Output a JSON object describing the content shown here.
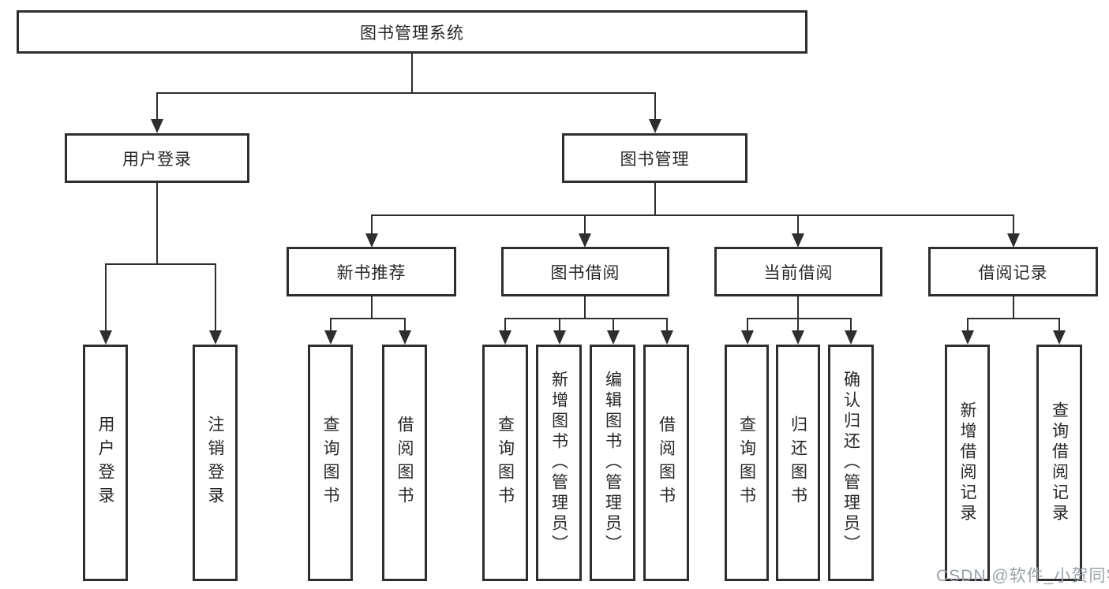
{
  "diagram": {
    "title": "图书管理系统",
    "root_label": "图书管理系统",
    "level1": {
      "user_login": "用户登录",
      "book_management": "图书管理"
    },
    "level2": {
      "new_book_recommend": "新书推荐",
      "book_borrow": "图书借阅",
      "current_borrow": "当前借阅",
      "borrow_records": "借阅记录"
    },
    "leaf": {
      "user_login": "用户登录",
      "logout": "注销登录",
      "nb_query": "查询图书",
      "nb_borrow": "借阅图书",
      "bb_query": "查询图书",
      "bb_add": "新增图书（管理员）",
      "bb_edit": "编辑图书（管理员）",
      "bb_borrow": "借阅图书",
      "cb_query": "查询图书",
      "cb_return": "归还图书",
      "cb_confirm": "确认归还（管理员）",
      "br_add": "新增借阅记录",
      "br_query": "查询借阅记录"
    }
  },
  "watermark": {
    "text": "CSDN @软件_小贺同学",
    "color": "#9ba1ab"
  },
  "colors": {
    "line": "#2e2e2e",
    "box_border": "#2e2e2e",
    "box_fill": "#ffffff",
    "text": "#262626",
    "background": "#ffffff"
  }
}
